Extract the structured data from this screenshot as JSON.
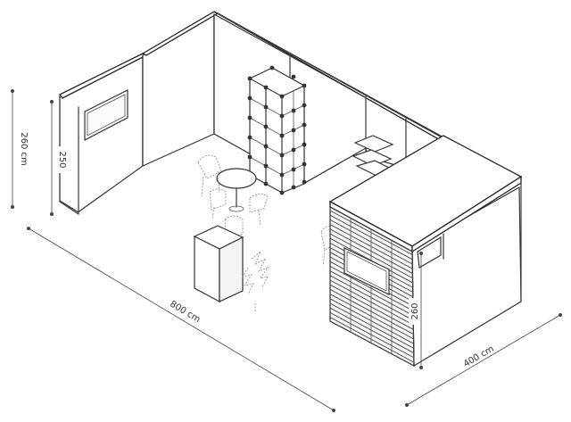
{
  "dimensions": {
    "overall_height": "260 cm",
    "wall_height": "250",
    "length": "800 cm",
    "depth": "400 cm",
    "storage_height": "260"
  },
  "icons": [
    "tv-screen-icon",
    "cube-shelf-icon",
    "round-table-icon",
    "chair-icon",
    "reception-counter-icon",
    "plant-icon",
    "slatted-storage-room-icon",
    "wall-shelves-icon"
  ]
}
